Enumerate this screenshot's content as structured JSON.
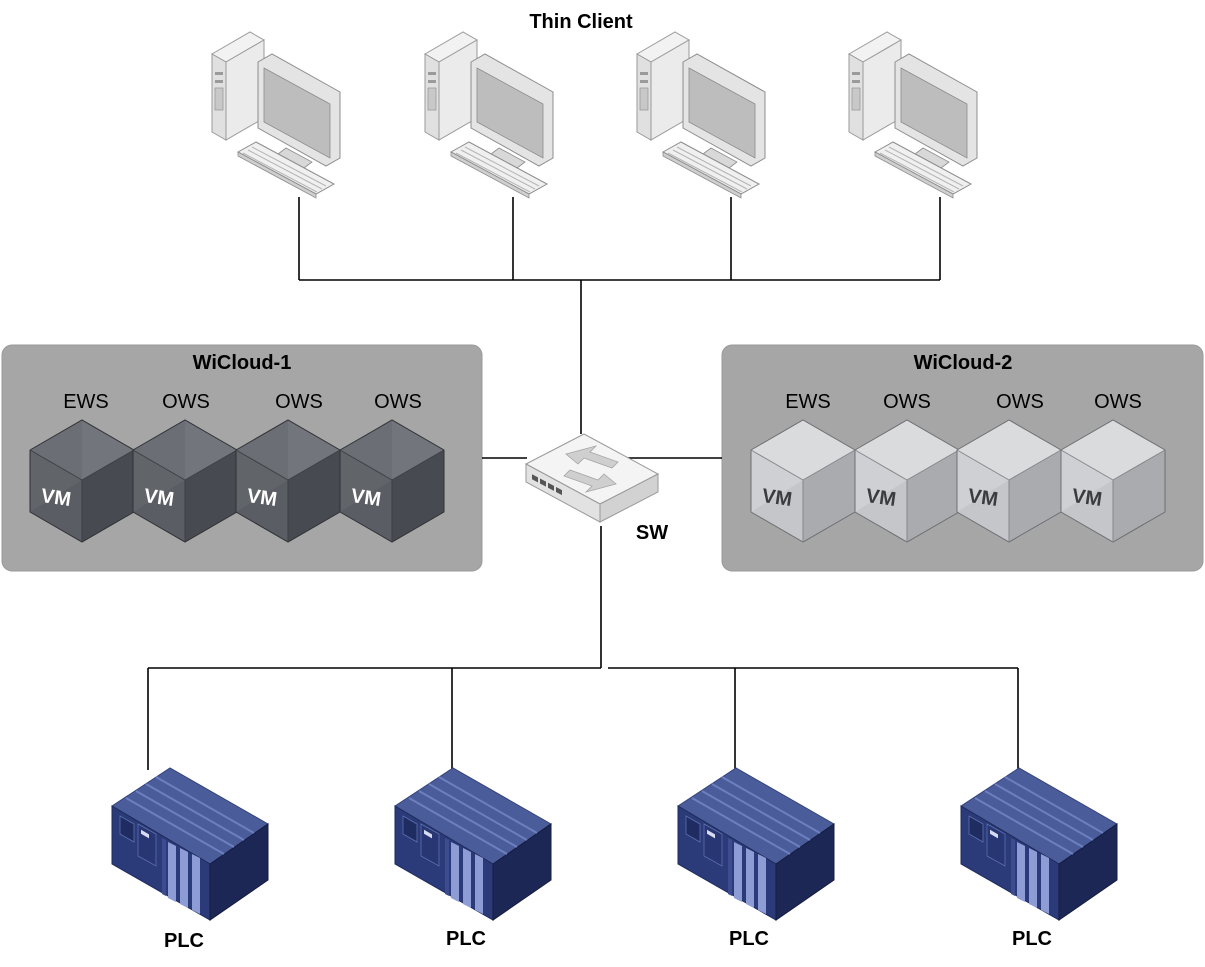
{
  "top_label": "Thin Client",
  "switch_label": "SW",
  "clusters": [
    {
      "title": "WiCloud-1",
      "theme": "dark",
      "roles": [
        "EWS",
        "OWS",
        "OWS",
        "OWS"
      ],
      "vm_label": "VM"
    },
    {
      "title": "WiCloud-2",
      "theme": "light",
      "roles": [
        "EWS",
        "OWS",
        "OWS",
        "OWS"
      ],
      "vm_label": "VM"
    }
  ],
  "plcs": [
    "PLC",
    "PLC",
    "PLC",
    "PLC"
  ],
  "thin_client_count": 4,
  "icons": {
    "thin_client": "desktop-computer-icon",
    "switch": "network-switch-icon",
    "vm": "vm-cube-icon",
    "plc": "plc-rack-icon"
  },
  "colors": {
    "cluster_bg": "#a6a6a6",
    "cube_dark": [
      "#6b6e74",
      "#5a5d63",
      "#474a50"
    ],
    "cube_light": [
      "#dadbdd",
      "#c4c6c9",
      "#a9abaf"
    ],
    "plc_top": "#4a5c9a",
    "plc_front": "#2b3a78",
    "plc_side": "#1c2756",
    "link": "#000000"
  }
}
